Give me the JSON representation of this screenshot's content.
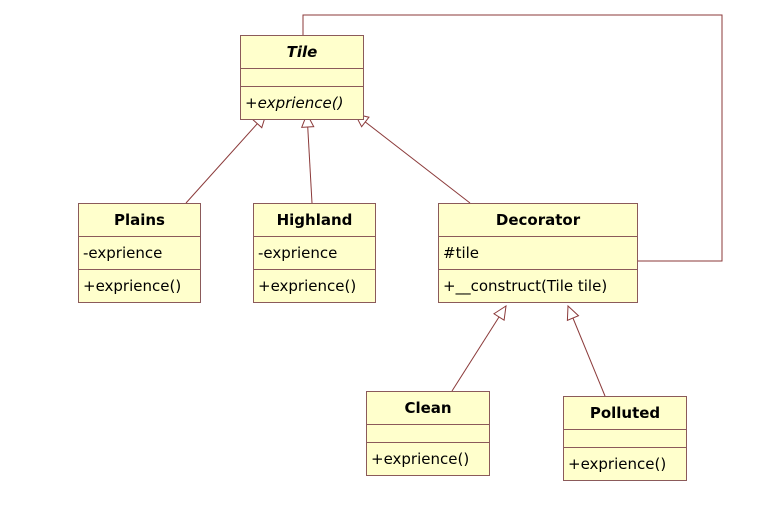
{
  "colors": {
    "box_fill": "#ffffcc",
    "box_border": "#8b5a5a",
    "line": "#8b3a3a",
    "text": "#000000"
  },
  "classes": {
    "tile": {
      "name": "Tile",
      "abstract": true,
      "attributes": [],
      "operations": [
        "+exprience()"
      ]
    },
    "plains": {
      "name": "Plains",
      "attributes": [
        "-exprience"
      ],
      "operations": [
        "+exprience()"
      ]
    },
    "highland": {
      "name": "Highland",
      "attributes": [
        "-exprience"
      ],
      "operations": [
        "+exprience()"
      ]
    },
    "decorator": {
      "name": "Decorator",
      "attributes": [
        "#tile"
      ],
      "operations": [
        "+__construct(Tile tile)"
      ]
    },
    "clean": {
      "name": "Clean",
      "attributes": [],
      "operations": [
        "+exprience()"
      ]
    },
    "polluted": {
      "name": "Polluted",
      "attributes": [],
      "operations": [
        "+exprience()"
      ]
    }
  },
  "relationships": [
    {
      "type": "generalization",
      "from": "plains",
      "to": "tile"
    },
    {
      "type": "generalization",
      "from": "highland",
      "to": "tile"
    },
    {
      "type": "generalization",
      "from": "decorator",
      "to": "tile"
    },
    {
      "type": "generalization",
      "from": "clean",
      "to": "decorator"
    },
    {
      "type": "generalization",
      "from": "polluted",
      "to": "decorator"
    },
    {
      "type": "composition",
      "from": "decorator",
      "to": "tile"
    }
  ]
}
